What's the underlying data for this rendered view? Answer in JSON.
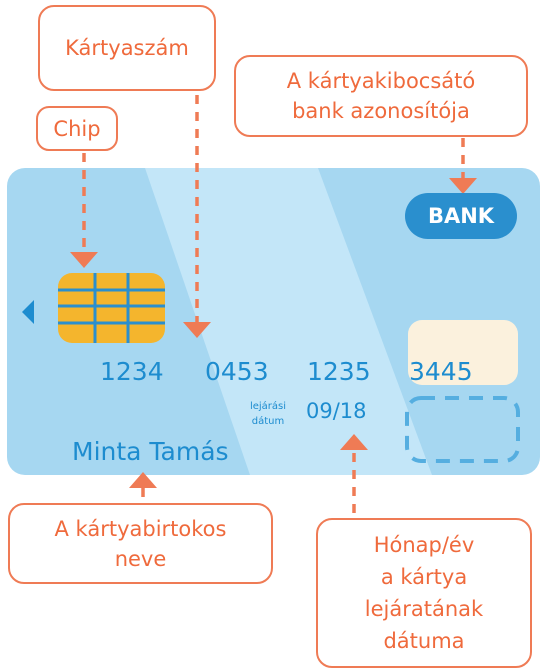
{
  "callouts": {
    "card_number": "Kártyaszám",
    "issuer_id": [
      "A kártyakibocsátó",
      "bank azonosítója"
    ],
    "chip": "Chip",
    "cardholder": [
      "A kártyabirtokos",
      "neve"
    ],
    "expiry": [
      "Hónap/év",
      "a kártya",
      "lejáratának",
      "dátuma"
    ]
  },
  "card": {
    "bank_label": "BANK",
    "number_groups": [
      "1234",
      "0453",
      "1235",
      "3445"
    ],
    "expiry_caption": [
      "lejárási",
      "dátum"
    ],
    "expiry_value": "09/18",
    "holder_name": "Minta Tamás"
  },
  "colors": {
    "accent": "#ef7b55",
    "card_bg": "#a6d7f1",
    "card_stripe": "#c3e6f8",
    "text_blue": "#1d8ccf",
    "chip": "#f4b52d",
    "signature_box": "#fbf1dd"
  }
}
